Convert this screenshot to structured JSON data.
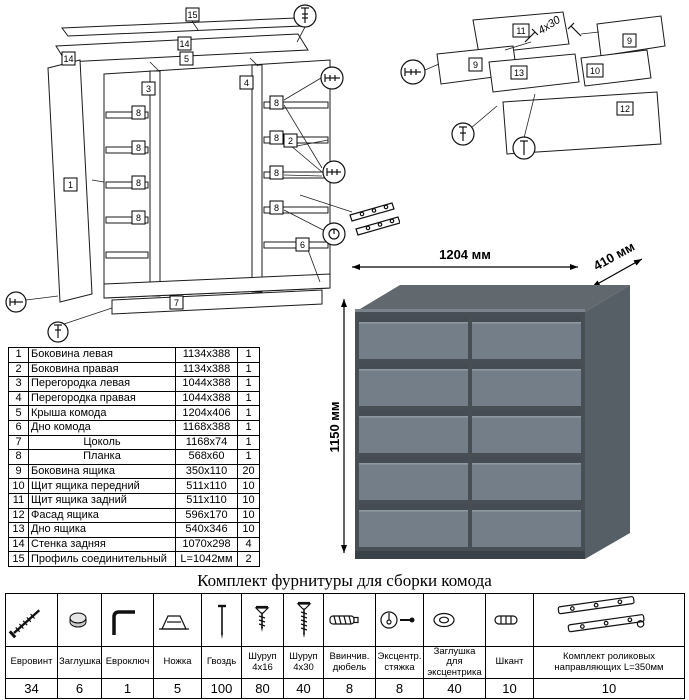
{
  "cabinet": {
    "labels": {
      "n1": "1",
      "n2": "2",
      "n3": "3",
      "n4": "4",
      "n5": "5",
      "n6": "6",
      "n7": "7",
      "n8": "8",
      "n14": "14",
      "n15": "15"
    }
  },
  "drawer": {
    "labels": {
      "n9": "9",
      "n10": "10",
      "n11": "11",
      "n12": "12",
      "n13": "13"
    },
    "screw_note": "4x30"
  },
  "dresser": {
    "width_label": "1204 мм",
    "depth_label": "410 мм",
    "height_label": "1150 мм"
  },
  "colors": {
    "top": "#61696f",
    "top_edge": "#7b848d",
    "side": "#565e66",
    "front": "#474e54",
    "drawer": "#747e88",
    "groove": "#454c53",
    "bevel": "#8e98a1",
    "base": "#3a4147"
  },
  "parts": {
    "rows": [
      {
        "num": "1",
        "name": "Боковина левая",
        "size": "1134x388",
        "qty": "1"
      },
      {
        "num": "2",
        "name": "Боковина правая",
        "size": "1134x388",
        "qty": "1"
      },
      {
        "num": "3",
        "name": "Перегородка левая",
        "size": "1044x388",
        "qty": "1"
      },
      {
        "num": "4",
        "name": "Перегородка правая",
        "size": "1044x388",
        "qty": "1"
      },
      {
        "num": "5",
        "name": "Крыша комода",
        "size": "1204x406",
        "qty": "1"
      },
      {
        "num": "6",
        "name": "Дно комода",
        "size": "1168x388",
        "qty": "1"
      },
      {
        "num": "7",
        "name": "Цоколь",
        "size": "1168x74",
        "qty": "1"
      },
      {
        "num": "8",
        "name": "Планка",
        "size": "568x60",
        "qty": "1"
      },
      {
        "num": "9",
        "name": "Боковина ящика",
        "size": "350x110",
        "qty": "20"
      },
      {
        "num": "10",
        "name": "Щит ящика передний",
        "size": "511x110",
        "qty": "10"
      },
      {
        "num": "11",
        "name": "Щит ящика задний",
        "size": "511x110",
        "qty": "10"
      },
      {
        "num": "12",
        "name": "Фасад ящика",
        "size": "596x170",
        "qty": "10"
      },
      {
        "num": "13",
        "name": "Дно ящика",
        "size": "540x346",
        "qty": "10"
      },
      {
        "num": "14",
        "name": "Стенка задняя",
        "size": "1070x298",
        "qty": "4"
      },
      {
        "num": "15",
        "name": "Профиль соединительный",
        "size": "L=1042мм",
        "qty": "2"
      }
    ]
  },
  "hardware": {
    "title": "Комплект фурнитуры для сборки комода",
    "items": [
      {
        "name": "Евровинт",
        "qty": "34"
      },
      {
        "name": "Заглушка",
        "qty": "6"
      },
      {
        "name": "Евроключ",
        "qty": "1"
      },
      {
        "name": "Ножка",
        "qty": "5"
      },
      {
        "name": "Гвоздь",
        "qty": "100"
      },
      {
        "name": "Шуруп 4x16",
        "qty": "80"
      },
      {
        "name": "Шуруп 4x30",
        "qty": "40"
      },
      {
        "name": "Ввинчив. дюбель",
        "qty": "8"
      },
      {
        "name": "Эксцентр. стяжка",
        "qty": "8"
      },
      {
        "name": "Заглушка для эксцентрика",
        "qty": "40"
      },
      {
        "name": "Шкант",
        "qty": "10"
      },
      {
        "name": "Комплект роликовых направляющих L=350мм",
        "qty": "10"
      }
    ]
  }
}
